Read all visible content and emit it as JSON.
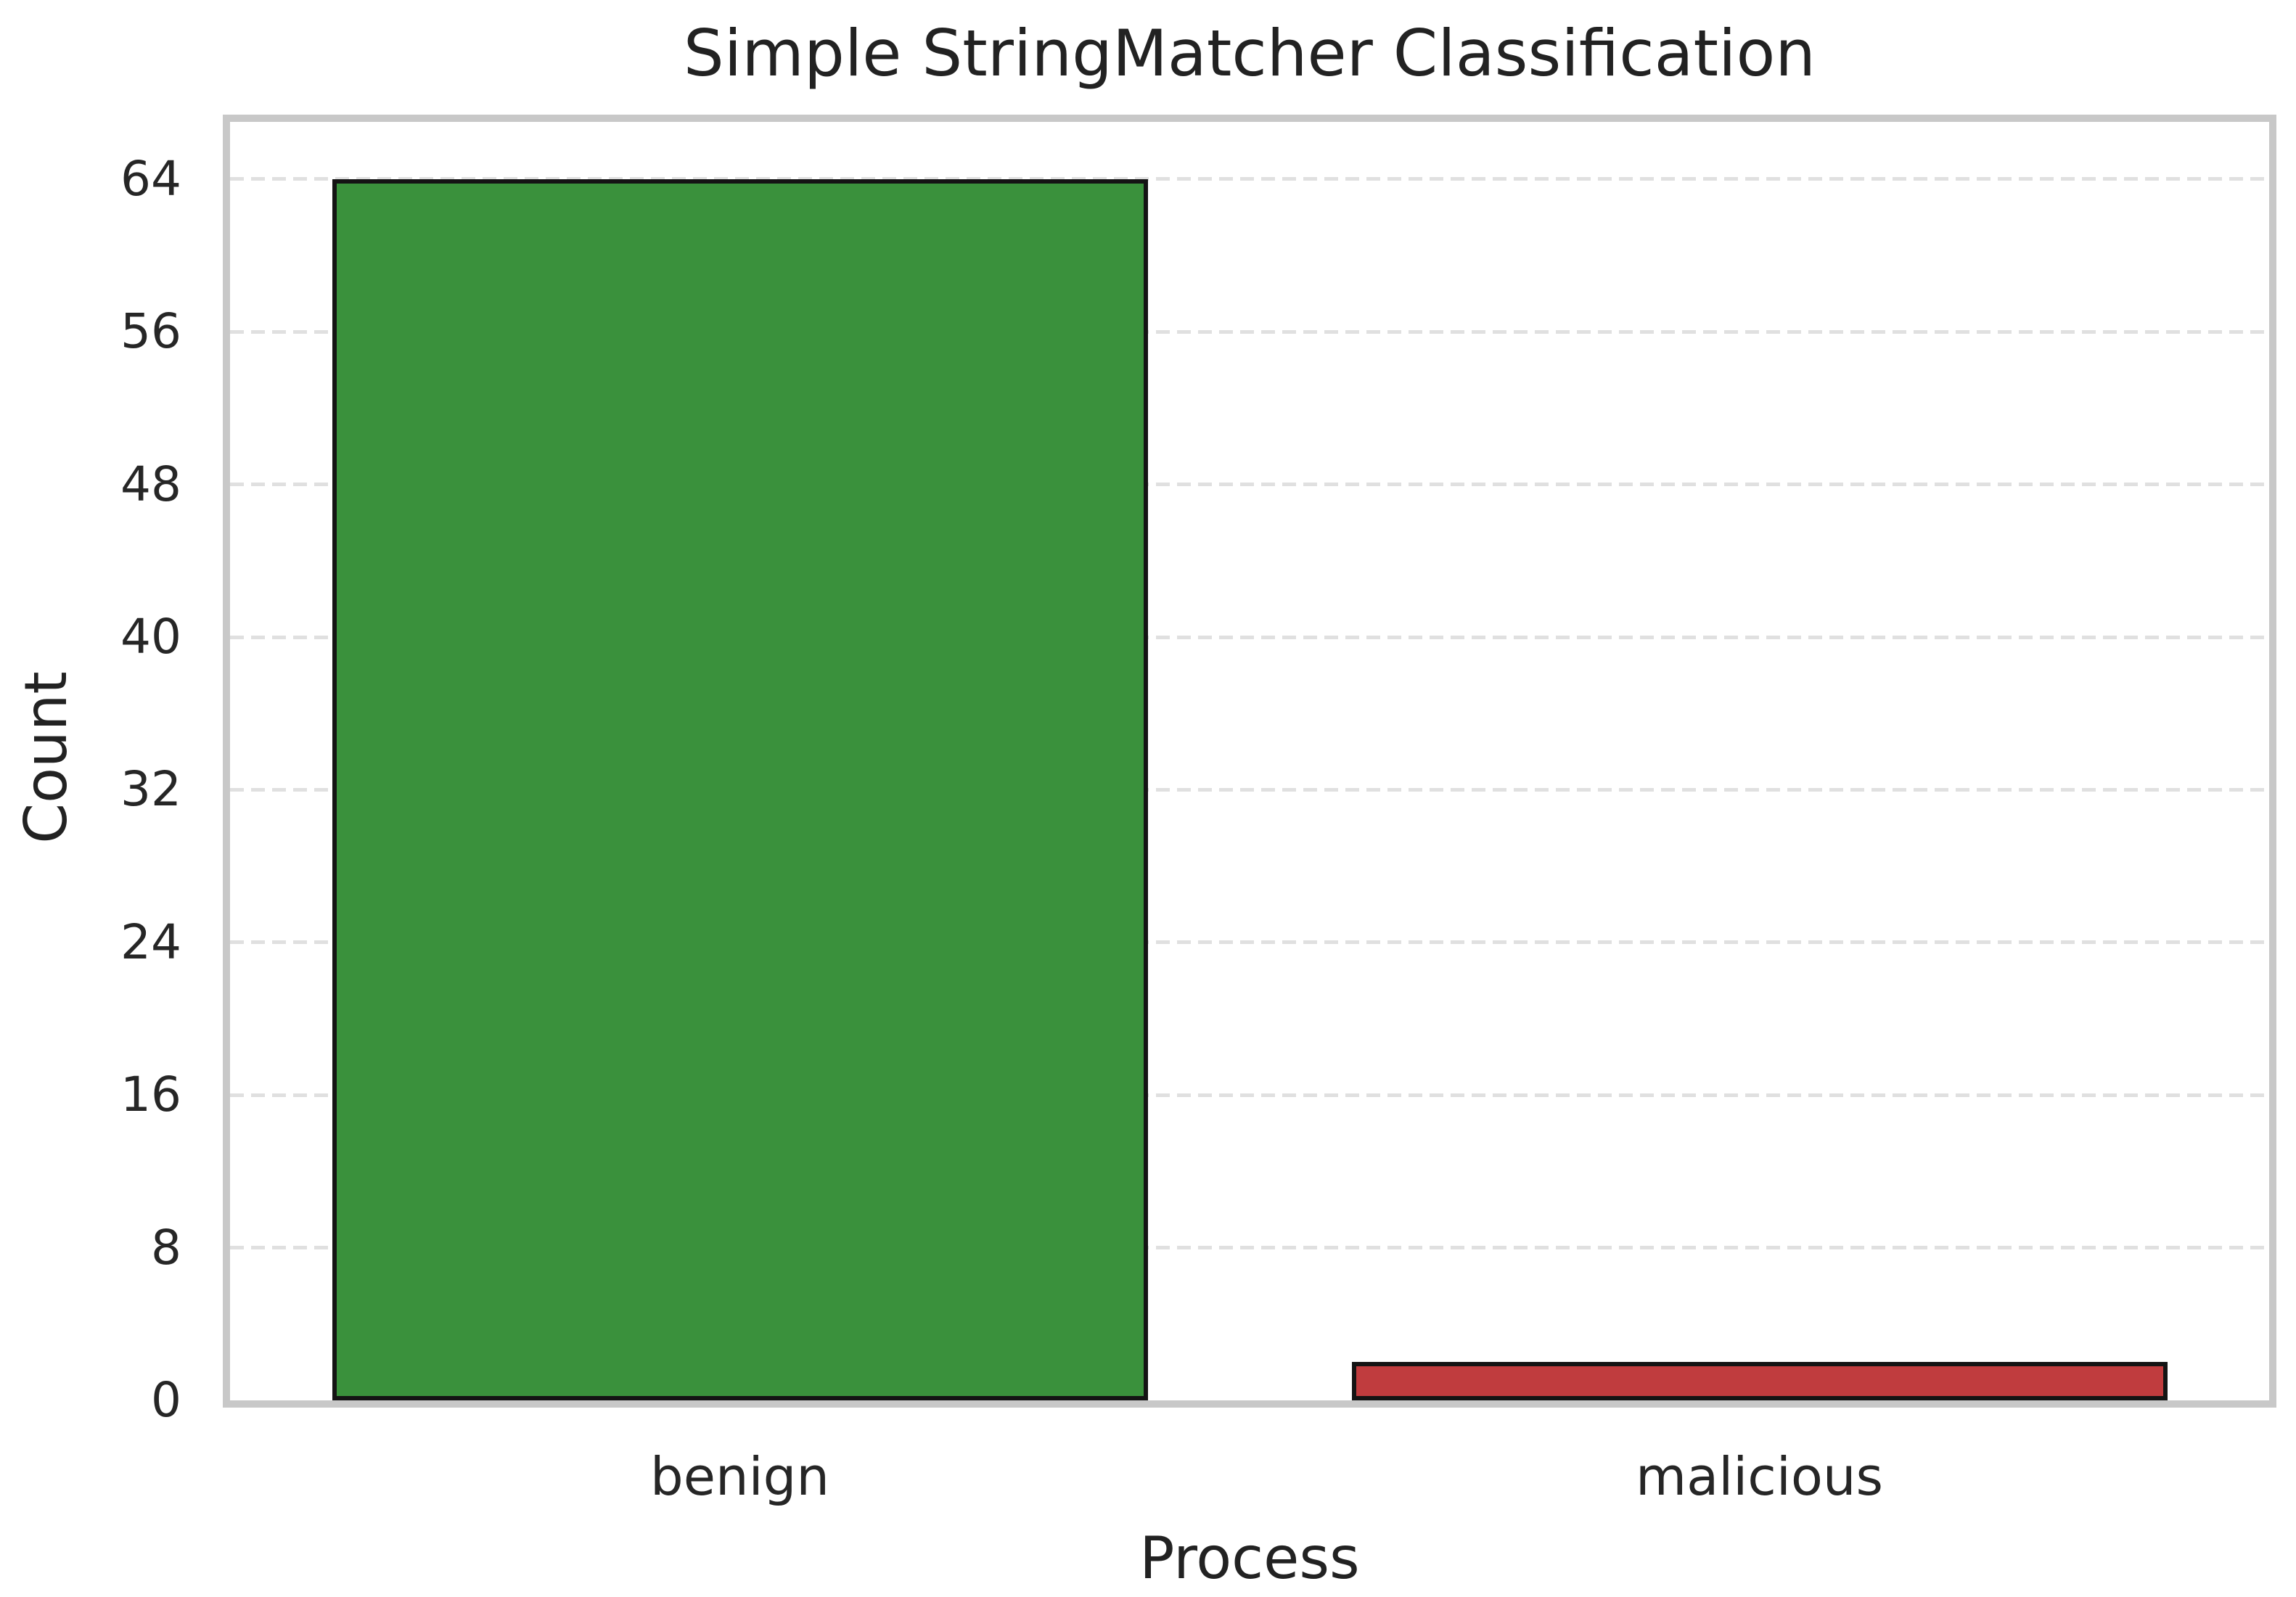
{
  "chart_data": {
    "type": "bar",
    "title": "Simple StringMatcher Classification",
    "xlabel": "Process",
    "ylabel": "Count",
    "categories": [
      "benign",
      "malicious"
    ],
    "values": [
      64,
      2
    ],
    "bar_colors": [
      "#3a913c",
      "#c03c3e"
    ],
    "bar_edge_color": "#141414",
    "yticks": [
      0,
      8,
      16,
      24,
      32,
      40,
      48,
      56,
      64
    ],
    "ylim": [
      0,
      67
    ],
    "bar_width_fraction": 0.8,
    "grid": "horizontal dashed",
    "grid_color": "#e0e0e0",
    "spine_color": "#c8c8c8",
    "text_color": "#222222",
    "background_color": "#ffffff",
    "legend_position": "none"
  }
}
